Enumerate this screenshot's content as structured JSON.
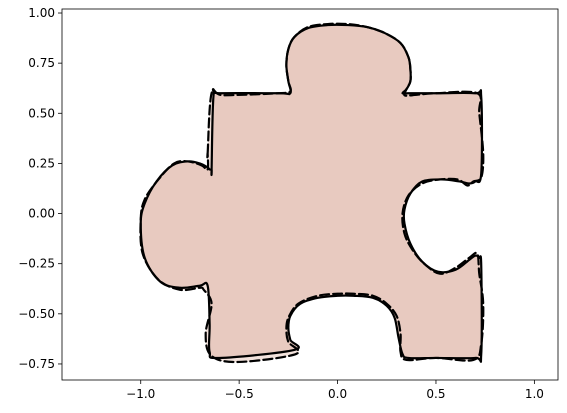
{
  "chart_data": {
    "type": "line",
    "title": "",
    "xlabel": "",
    "ylabel": "",
    "xlim": [
      -1.4,
      1.12
    ],
    "ylim": [
      -0.83,
      1.02
    ],
    "grid": false,
    "x_ticks": [
      -1.0,
      -0.5,
      0.0,
      0.5,
      1.0
    ],
    "x_tick_labels": [
      "−1.0",
      "−0.5",
      "0.0",
      "0.5",
      "1.0"
    ],
    "y_ticks": [
      -0.75,
      -0.5,
      -0.25,
      0.0,
      0.25,
      0.5,
      0.75,
      1.0
    ],
    "y_tick_labels": [
      "−0.75",
      "−0.50",
      "−0.25",
      "0.00",
      "0.25",
      "0.50",
      "0.75",
      "1.00"
    ],
    "fill_color": "#e8cbc0",
    "line_color": "#000000",
    "series": [
      {
        "style": "solid",
        "x": [
          -0.64,
          -0.63,
          -0.6,
          -0.3,
          -0.24,
          -0.25,
          -0.26,
          -0.25,
          -0.22,
          -0.15,
          -0.05,
          0.05,
          0.15,
          0.24,
          0.32,
          0.36,
          0.37,
          0.37,
          0.35,
          0.33,
          0.36,
          0.5,
          0.7,
          0.73,
          0.73,
          0.7,
          0.67,
          0.62,
          0.53,
          0.43,
          0.37,
          0.34,
          0.34,
          0.37,
          0.43,
          0.51,
          0.6,
          0.67,
          0.7,
          0.72,
          0.73,
          0.73,
          0.7,
          0.5,
          0.36,
          0.33,
          0.31,
          0.29,
          0.25,
          0.18,
          0.08,
          0.0,
          -0.1,
          -0.19,
          -0.24,
          -0.25,
          -0.24,
          -0.22,
          -0.6,
          -0.65,
          -0.65,
          -0.66,
          -0.7,
          -0.8,
          -0.9,
          -0.98,
          -1.0,
          -0.98,
          -0.92,
          -0.84,
          -0.76,
          -0.7,
          -0.66,
          -0.65,
          -0.64
        ],
        "y": [
          0.22,
          0.59,
          0.6,
          0.6,
          0.6,
          0.66,
          0.74,
          0.82,
          0.88,
          0.925,
          0.94,
          0.94,
          0.93,
          0.9,
          0.85,
          0.78,
          0.72,
          0.66,
          0.62,
          0.6,
          0.6,
          0.6,
          0.6,
          0.58,
          0.2,
          0.16,
          0.15,
          0.16,
          0.17,
          0.16,
          0.1,
          0.02,
          -0.05,
          -0.15,
          -0.24,
          -0.29,
          -0.28,
          -0.23,
          -0.21,
          -0.22,
          -0.26,
          -0.7,
          -0.72,
          -0.72,
          -0.72,
          -0.7,
          -0.62,
          -0.52,
          -0.46,
          -0.42,
          -0.41,
          -0.41,
          -0.42,
          -0.45,
          -0.51,
          -0.57,
          -0.63,
          -0.68,
          -0.72,
          -0.69,
          -0.55,
          -0.36,
          -0.36,
          -0.37,
          -0.34,
          -0.22,
          -0.05,
          0.05,
          0.16,
          0.24,
          0.26,
          0.25,
          0.23,
          0.22,
          0.22
        ]
      },
      {
        "style": "dashed",
        "x": [
          -0.66,
          -0.64,
          -0.58,
          -0.3,
          -0.24,
          -0.25,
          -0.26,
          -0.25,
          -0.22,
          -0.15,
          -0.05,
          0.05,
          0.15,
          0.24,
          0.32,
          0.36,
          0.37,
          0.37,
          0.35,
          0.34,
          0.38,
          0.5,
          0.71,
          0.72,
          0.74,
          0.73,
          0.69,
          0.66,
          0.61,
          0.52,
          0.43,
          0.36,
          0.33,
          0.34,
          0.38,
          0.44,
          0.52,
          0.6,
          0.67,
          0.71,
          0.72,
          0.74,
          0.73,
          0.69,
          0.5,
          0.35,
          0.32,
          0.32,
          0.3,
          0.25,
          0.18,
          0.08,
          0.0,
          -0.1,
          -0.2,
          -0.25,
          -0.26,
          -0.25,
          -0.21,
          -0.5,
          -0.64,
          -0.67,
          -0.64,
          -0.68,
          -0.7,
          -0.8,
          -0.91,
          -0.99,
          -1.0,
          -0.98,
          -0.91,
          -0.83,
          -0.76,
          -0.69,
          -0.66,
          -0.66
        ],
        "y": [
          0.3,
          0.6,
          0.59,
          0.6,
          0.61,
          0.66,
          0.74,
          0.82,
          0.88,
          0.93,
          0.945,
          0.945,
          0.93,
          0.9,
          0.85,
          0.78,
          0.72,
          0.66,
          0.62,
          0.59,
          0.59,
          0.6,
          0.6,
          0.5,
          0.3,
          0.18,
          0.16,
          0.14,
          0.17,
          0.17,
          0.15,
          0.09,
          0.0,
          -0.1,
          -0.18,
          -0.25,
          -0.3,
          -0.27,
          -0.22,
          -0.2,
          -0.3,
          -0.45,
          -0.65,
          -0.73,
          -0.72,
          -0.73,
          -0.69,
          -0.6,
          -0.51,
          -0.45,
          -0.41,
          -0.4,
          -0.4,
          -0.41,
          -0.45,
          -0.52,
          -0.58,
          -0.64,
          -0.7,
          -0.74,
          -0.71,
          -0.6,
          -0.45,
          -0.38,
          -0.37,
          -0.38,
          -0.33,
          -0.2,
          -0.03,
          0.07,
          0.17,
          0.25,
          0.26,
          0.24,
          0.22,
          0.3
        ]
      }
    ]
  }
}
